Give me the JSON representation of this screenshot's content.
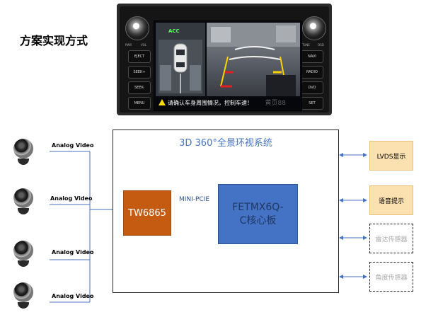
{
  "page": {
    "title": "方案实现方式"
  },
  "head_unit": {
    "left_buttons": [
      "EJECT",
      "SEEK+",
      "SEEK-",
      "MENU"
    ],
    "right_buttons": [
      "NAVI",
      "RADIO",
      "DVD",
      "SET"
    ],
    "screen_label": "ACC",
    "status_text": "请确认车身周围情况，控制车速！",
    "watermark": "黄页88"
  },
  "system": {
    "title": "3D 360°全景环视系统",
    "decoder": "TW6865",
    "bus": "MINI-PCIE",
    "core_line1": "FETMX6Q-",
    "core_line2": "C核心板"
  },
  "inputs": {
    "camera_label": "Analog Video"
  },
  "peripherals": {
    "lvds": "LVDS显示",
    "voice": "语音提示",
    "radar": "雷达传感器",
    "angle": "角度传感器"
  },
  "colors": {
    "system_title": "#4472c4",
    "decoder_fill": "#c55a11",
    "core_fill": "#4472c4",
    "bus_arrow": "#ffe699",
    "peripheral_fill": "#fbe0b0",
    "connector_line": "#4472c4"
  }
}
